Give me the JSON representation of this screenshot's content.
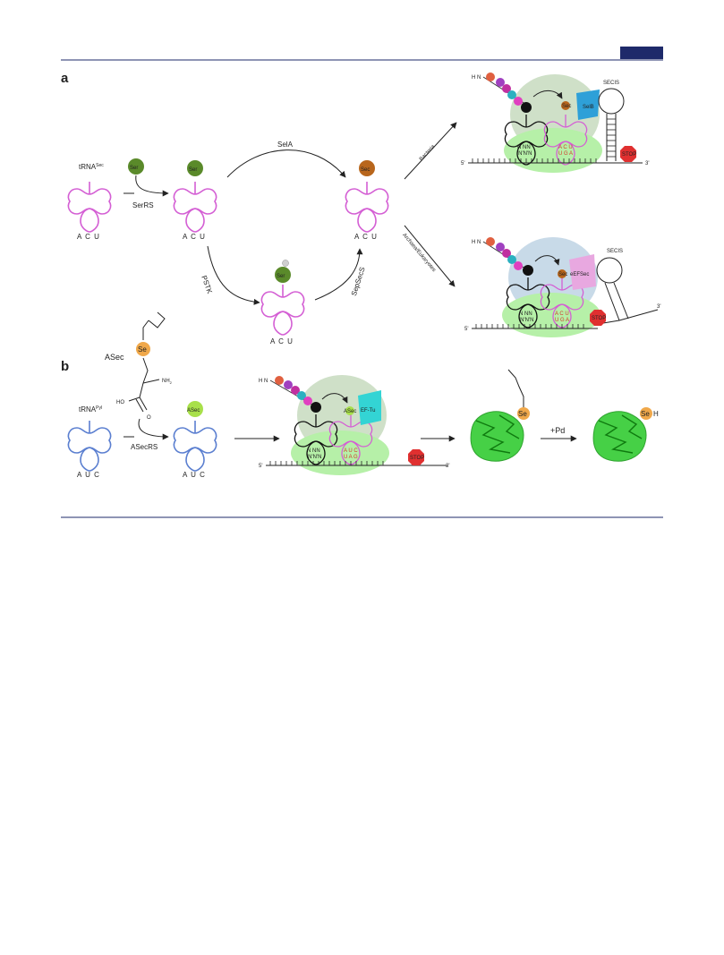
{
  "panels": {
    "a": "a",
    "b": "b"
  },
  "colors": {
    "tRNA_sec": "#d45fd4",
    "tRNA_pyl": "#5b7fd0",
    "ribosome_large": "#cfe0c8",
    "ribosome_small": "#b6f0a8",
    "ser_ball": "#5a8a2a",
    "sec_ball": "#b8661c",
    "asec_ball": "#a8e04a",
    "selB": "#2ea0d8",
    "efsec": "#e8a8e0",
    "ef_tu": "#33d4d4",
    "stop": "#e03030",
    "protein": "#33cc33",
    "rule": "#1e2a6a"
  },
  "panel_a": {
    "trna_label": "tRNA",
    "trna_sup": "Sec",
    "anticodon": "A C U",
    "ser": "Ser",
    "sec": "Sec",
    "serrs": "SerRS",
    "sela": "SelA",
    "pstk": "PSTK",
    "sepsecs": "SepSecS",
    "phospho_mark": "P",
    "bacteria": "Bacteria",
    "archaea": "Archaea/Eukaryotes",
    "bact": {
      "h2n": "H N",
      "sub2": "2",
      "secis": "SECIS",
      "factor": "SelB",
      "codon_top": "A C U",
      "codon_bottom": "U G A",
      "ptrna_top": "N NN",
      "ptrna_bottom": "'N'N'N",
      "stop": "STOP",
      "five": "5'",
      "three": "3'",
      "sec_small": "Sec"
    },
    "arch": {
      "h2n": "H N",
      "sub2": "2",
      "secis": "SECIS",
      "factor": "eEFSec",
      "codon_top": "A C U",
      "codon_bottom": "U G A",
      "ptrna_top": "N NN",
      "ptrna_bottom": "'N'N'N",
      "stop": "STOP",
      "five": "5'",
      "three": "3'",
      "sec_small": "Sec"
    }
  },
  "panel_b": {
    "asec_label": "ASec",
    "se": "Se",
    "nh2": "NH",
    "nh2_sub": "2",
    "ho": "HO",
    "o": "O",
    "trna_label": "tRNA",
    "trna_sup": "Pyl",
    "anticodon": "A U C",
    "asecrs": "ASecRS",
    "asec_ball": "ASec",
    "h2n": "H N",
    "sub2": "2",
    "factor": "EF-Tu",
    "asec_small": "ASec",
    "codon_top": "A U C",
    "codon_bottom": "U A G",
    "ptrna_top": "N NN",
    "ptrna_bottom": "'N'N'N",
    "stop": "STOP",
    "five": "5'",
    "three": "3'",
    "protein_se": "Se",
    "pd": "+Pd",
    "seh_se": "Se",
    "seh_h": "H"
  }
}
